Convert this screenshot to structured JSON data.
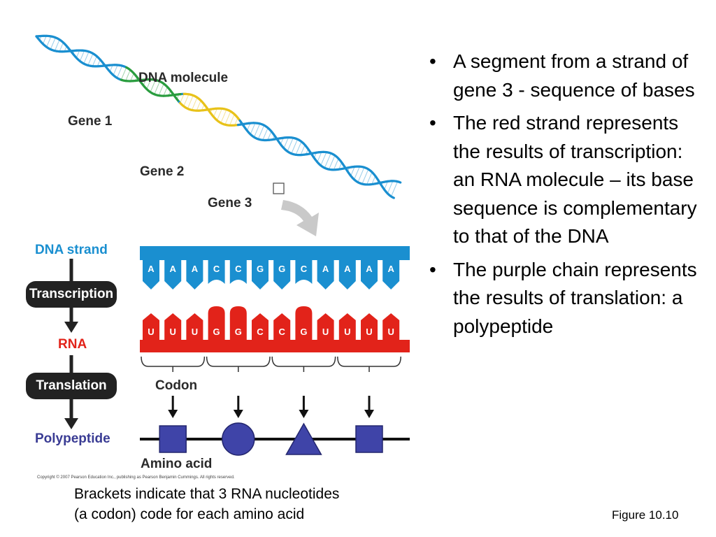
{
  "dna_top": {
    "molecule_label": "DNA molecule",
    "genes": [
      "Gene 1",
      "Gene 2",
      "Gene 3"
    ]
  },
  "flow": {
    "dna_strand": "DNA strand",
    "transcription": "Transcription",
    "rna": "RNA",
    "translation": "Translation",
    "polypeptide": "Polypeptide"
  },
  "dna_bases": [
    "A",
    "A",
    "A",
    "C",
    "C",
    "G",
    "G",
    "C",
    "A",
    "A",
    "A",
    "A"
  ],
  "rna_bases": [
    "U",
    "U",
    "U",
    "G",
    "G",
    "C",
    "C",
    "G",
    "U",
    "U",
    "U",
    "U"
  ],
  "codon_label": "Codon",
  "amino_acid_label": "Amino acid",
  "amino_acid_shapes": [
    "square",
    "circle",
    "triangle",
    "square"
  ],
  "copyright": "Copyright © 2007 Pearson Education Inc., publishing as Pearson Benjamin Cummings. All rights reserved.",
  "bullets": [
    "A segment from a strand of gene 3 - sequence of bases",
    "The red strand represents the results of transcription:  an RNA molecule – its base sequence is complementary to that of the DNA",
    "The purple chain represents the results of translation:  a polypeptide"
  ],
  "caption": {
    "line1": "Brackets indicate that 3 RNA nucleotides",
    "line2": "(a codon) code for each amino acid"
  },
  "figure_label": "Figure 10.10",
  "colors": {
    "dna_blue": "#1a8fd0",
    "rna_red": "#e2231a",
    "amino_purple": "#3f44a8",
    "gene1_green": "#2a9d3f",
    "gene2_yellow": "#e8c21a"
  }
}
